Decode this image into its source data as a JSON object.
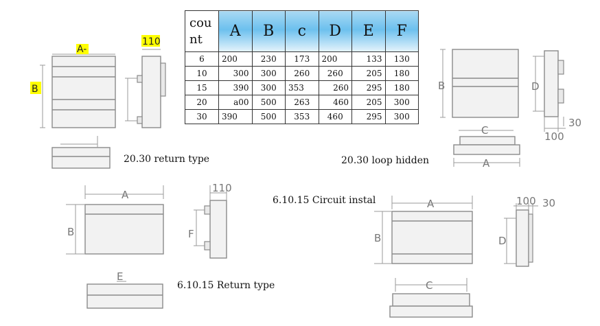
{
  "table": {
    "corner": "cou nt",
    "headers": [
      "A",
      "B",
      "c",
      "D",
      "E",
      "F"
    ],
    "rows": [
      {
        "count": "6",
        "cells": [
          "200",
          "230",
          "173",
          "200",
          "133",
          "130"
        ]
      },
      {
        "count": "10",
        "cells": [
          "300",
          "300",
          "260",
          "260",
          "205",
          "180"
        ]
      },
      {
        "count": "15",
        "cells": [
          "390",
          "300",
          "353",
          "260",
          "295",
          "180"
        ]
      },
      {
        "count": "20",
        "cells": [
          "a00",
          "500",
          "263",
          "460",
          "205",
          "300"
        ]
      },
      {
        "count": "30",
        "cells": [
          "390",
          "500",
          "353",
          "460",
          "295",
          "300"
        ]
      }
    ]
  },
  "captions": {
    "return_2030": "20.30 return type",
    "loop_hidden_2030": "20.30 loop hidden",
    "circuit_install_61015": "6.10.15 Circuit instal",
    "return_61015": "6.10.15 Return type"
  },
  "labels": {
    "a_dash": "A-",
    "b": "B",
    "hundred_ten": "110",
    "a": "A",
    "c": "C",
    "d": "D",
    "e": "E",
    "f": "F",
    "hundred": "100",
    "thirty": "30"
  },
  "colors": {
    "highlight": "#ffff00",
    "header_blue": "#6cc0ee",
    "accent_blue": "#1a7fc7"
  }
}
